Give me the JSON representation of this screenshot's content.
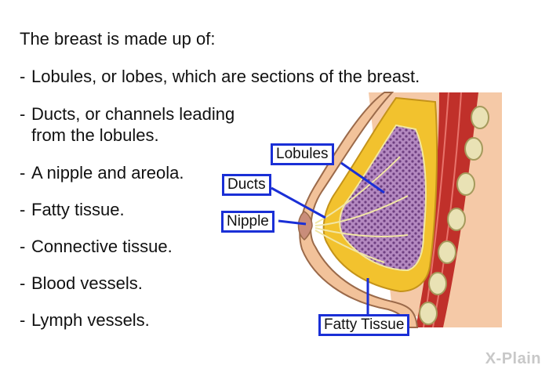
{
  "intro": "The breast is made up of:",
  "bullets": [
    {
      "dash": "-",
      "lines": [
        "Lobules, or lobes, which are sections of the breast."
      ]
    },
    {
      "dash": "-",
      "lines": [
        "Ducts, or channels leading",
        "from the lobules."
      ]
    },
    {
      "dash": "-",
      "lines": [
        "A nipple and areola."
      ]
    },
    {
      "dash": "-",
      "lines": [
        "Fatty tissue."
      ]
    },
    {
      "dash": "-",
      "lines": [
        "Connective tissue."
      ]
    },
    {
      "dash": "-",
      "lines": [
        "Blood vessels."
      ]
    },
    {
      "dash": "-",
      "lines": [
        "Lymph vessels."
      ]
    }
  ],
  "callouts": {
    "lobules": "Lobules",
    "ducts": "Ducts",
    "nipple": "Nipple",
    "fatty": "Fatty Tissue"
  },
  "logo": "X-Plain",
  "colors": {
    "callout_border": "#1a2fd6",
    "skin": "#f2c29a",
    "fat": "#f2c22e",
    "muscle": "#c0302a",
    "gland": "#8a5a9a"
  }
}
